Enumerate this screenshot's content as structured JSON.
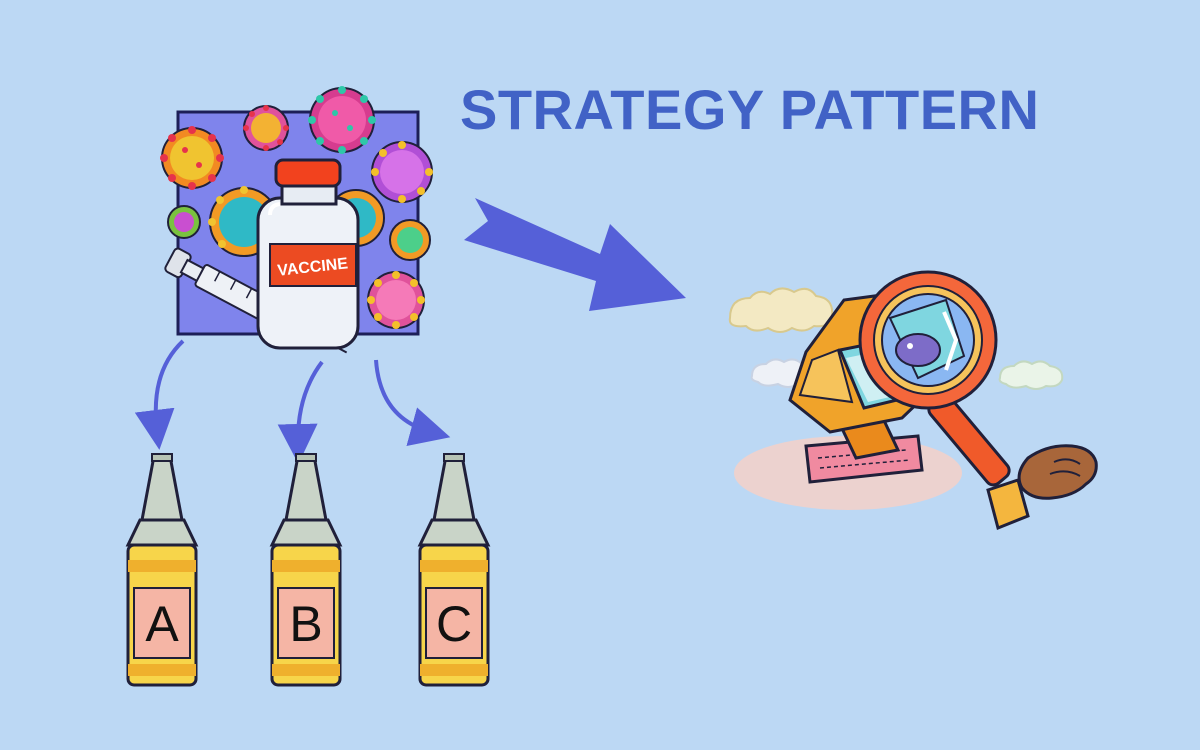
{
  "title": "STRATEGY PATTERN",
  "vaccine_label": "VACCINE",
  "vials": [
    {
      "label": "A"
    },
    {
      "label": "B"
    },
    {
      "label": "C"
    }
  ],
  "colors": {
    "background": "#bcd8f4",
    "title": "#4162c6",
    "arrow": "#5560d8",
    "vial_body": "#f7d54a",
    "vial_label": "#f5b5a5",
    "vial_neck": "#c9d4c8"
  },
  "icons": [
    "vaccine-bottle-icon",
    "syringe-icon",
    "virus-icon",
    "magnifying-glass-icon",
    "computer-icon",
    "hand-icon"
  ]
}
